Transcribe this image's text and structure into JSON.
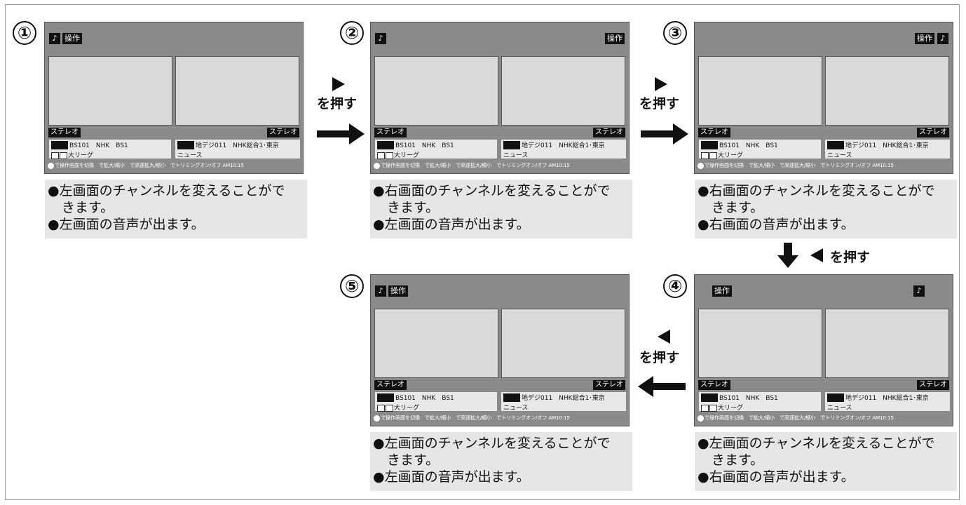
{
  "steps": [
    {
      "num": "①",
      "speaker_label": "♪",
      "op_label": "操作",
      "stereo": "ステレオ",
      "left_channel": "BS101　NHK　BS1",
      "left_program": "大リーグ",
      "right_channel": "地デジ011　NHK総合1･東京",
      "right_program": "ニュース",
      "hint": "で操作画面を切換　で拡大/縮小　で高速拡大/縮小　でトリミングオン/オフ AM10:15",
      "caption1": "●左画面のチャンネルを変えることがで",
      "caption2": "きます。",
      "caption3": "●左画面の音声が出ます。"
    },
    {
      "num": "②",
      "speaker_label": "♪",
      "op_label": "操作",
      "stereo": "ステレオ",
      "left_channel": "BS101　NHK　BS1",
      "left_program": "大リーグ",
      "right_channel": "地デジ011　NHK総合1･東京",
      "right_program": "ニュース",
      "hint": "で操作画面を切換　で拡大/縮小　で高速拡大/縮小　でトリミングオン/オフ AM10:15",
      "caption1": "●右画面のチャンネルを変えることがで",
      "caption2": "きます。",
      "caption3": "●左画面の音声が出ます。"
    },
    {
      "num": "③",
      "speaker_label": "♪",
      "op_label": "操作",
      "stereo": "ステレオ",
      "left_channel": "BS101　NHK　BS1",
      "left_program": "大リーグ",
      "right_channel": "地デジ011　NHK総合1･東京",
      "right_program": "ニュース",
      "hint": "で操作画面を切換　で拡大/縮小　で高速拡大/縮小　でトリミングオン/オフ AM10:15",
      "caption1": "●右画面のチャンネルを変えることがで",
      "caption2": "きます。",
      "caption3": "●右画面の音声が出ます。"
    },
    {
      "num": "④",
      "speaker_label": "♪",
      "op_label": "操作",
      "stereo": "ステレオ",
      "left_channel": "BS101　NHK　BS1",
      "left_program": "大リーグ",
      "right_channel": "地デジ011　NHK総合1･東京",
      "right_program": "ニュース",
      "hint": "で操作画面を切換　で拡大/縮小　で高速拡大/縮小　でトリミングオン/オフ AM10:15",
      "caption1": "●左画面のチャンネルを変えることがで",
      "caption2": "きます。",
      "caption3": "●右画面の音声が出ます。"
    },
    {
      "num": "⑤",
      "speaker_label": "♪",
      "op_label": "操作",
      "stereo": "ステレオ",
      "left_channel": "BS101　NHK　BS1",
      "left_program": "大リーグ",
      "right_channel": "地デジ011　NHK総合1･東京",
      "right_program": "ニュース",
      "hint": "で操作画面を切換　で拡大/縮小　で高速拡大/縮小　でトリミングオン/オフ AM10:15",
      "caption1": "●左画面のチャンネルを変えることがで",
      "caption2": "きます。",
      "caption3": "●左画面の音声が出ます。"
    }
  ],
  "arrows": {
    "push_label": "を押す"
  }
}
